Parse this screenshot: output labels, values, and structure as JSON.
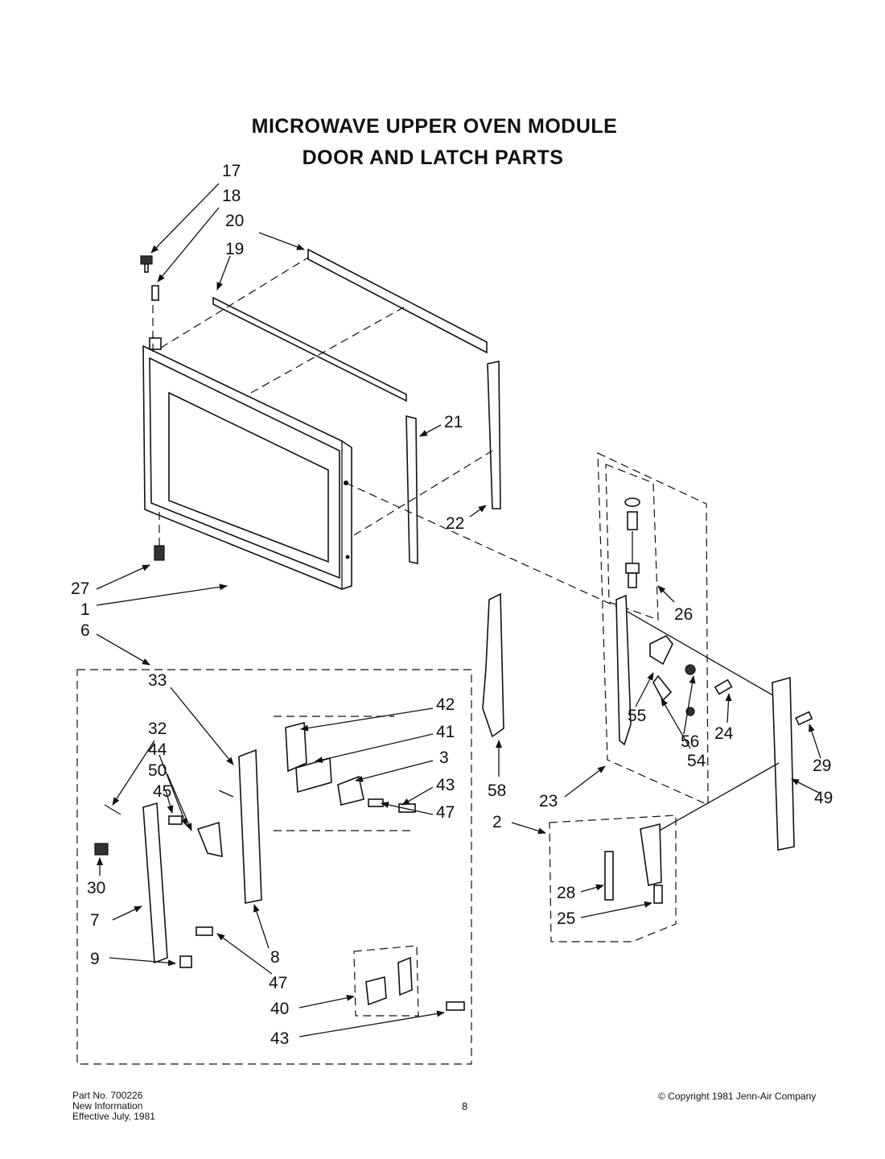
{
  "title": {
    "line1": "MICROWAVE UPPER OVEN MODULE",
    "line2": "DOOR AND LATCH PARTS"
  },
  "callouts": [
    "17",
    "18",
    "20",
    "19",
    "21",
    "22",
    "27",
    "1",
    "6",
    "26",
    "33",
    "42",
    "41",
    "3",
    "43",
    "47",
    "58",
    "23",
    "32",
    "44",
    "50",
    "45",
    "30",
    "7",
    "9",
    "8",
    "47",
    "40",
    "43",
    "2",
    "28",
    "25",
    "55",
    "56",
    "24",
    "54",
    "29",
    "49"
  ],
  "footer": {
    "part_no": "Part No. 700226",
    "info": "New Information",
    "effective": "Effective July, 1981",
    "page_number": "8",
    "copyright": "© Copyright 1981 Jenn-Air Company"
  }
}
